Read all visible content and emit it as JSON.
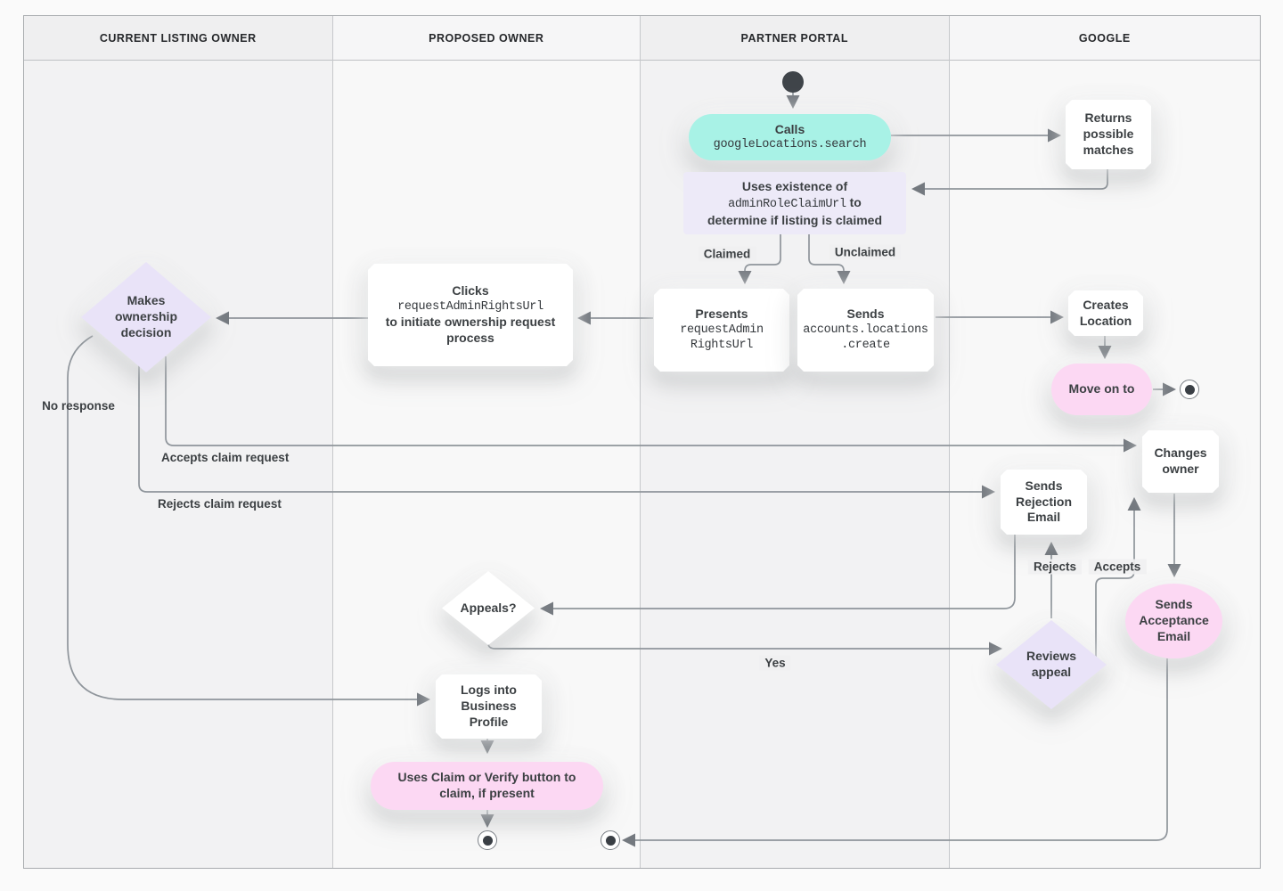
{
  "lanes": [
    {
      "title": "CURRENT LISTING OWNER"
    },
    {
      "title": "PROPOSED OWNER"
    },
    {
      "title": "PARTNER PORTAL"
    },
    {
      "title": "GOOGLE"
    }
  ],
  "colors": {
    "teal_pill": "#a8f2e6",
    "pink_pill": "#fcd8f3",
    "lavender": "#e9e3f8",
    "purple_note": "#edeaf8",
    "wire_gray": "#8f959b",
    "text": "#3c4043"
  },
  "nodes": {
    "calls": {
      "label": "Calls",
      "code": "googleLocations.search"
    },
    "returns_matches": {
      "label": "Returns possible matches"
    },
    "uses_existence": {
      "line1": "Uses existence of",
      "code": "adminRoleClaimUrl",
      "line2_suffix": "to",
      "line3": "determine if listing is claimed"
    },
    "presents": {
      "label": "Presents",
      "code1": "requestAdmin",
      "code2": "RightsUrl"
    },
    "sends_create": {
      "label": "Sends",
      "code1": "accounts.locations",
      "code2": ".create"
    },
    "clicks": {
      "label": "Clicks",
      "code": "requestAdminRightsUrl",
      "text": "to initiate ownership request process"
    },
    "makes_decision": {
      "label": "Makes ownership decision"
    },
    "creates_location": {
      "label": "Creates Location"
    },
    "move_on": {
      "label": "Move on to"
    },
    "changes_owner": {
      "label": "Changes owner"
    },
    "sends_rejection": {
      "label": "Sends Rejection Email"
    },
    "sends_acceptance": {
      "label": "Sends Acceptance Email"
    },
    "reviews_appeal": {
      "label": "Reviews appeal"
    },
    "appeals": {
      "label": "Appeals?"
    },
    "logs_in": {
      "label": "Logs into Business Profile"
    },
    "uses_claim": {
      "label": "Uses Claim or Verify button to claim, if present"
    }
  },
  "edge_labels": {
    "claimed": "Claimed",
    "unclaimed": "Unclaimed",
    "no_response": "No response",
    "accepts_claim": "Accepts claim request",
    "rejects_claim": "Rejects claim request",
    "rejects": "Rejects",
    "accepts": "Accepts",
    "yes": "Yes"
  }
}
